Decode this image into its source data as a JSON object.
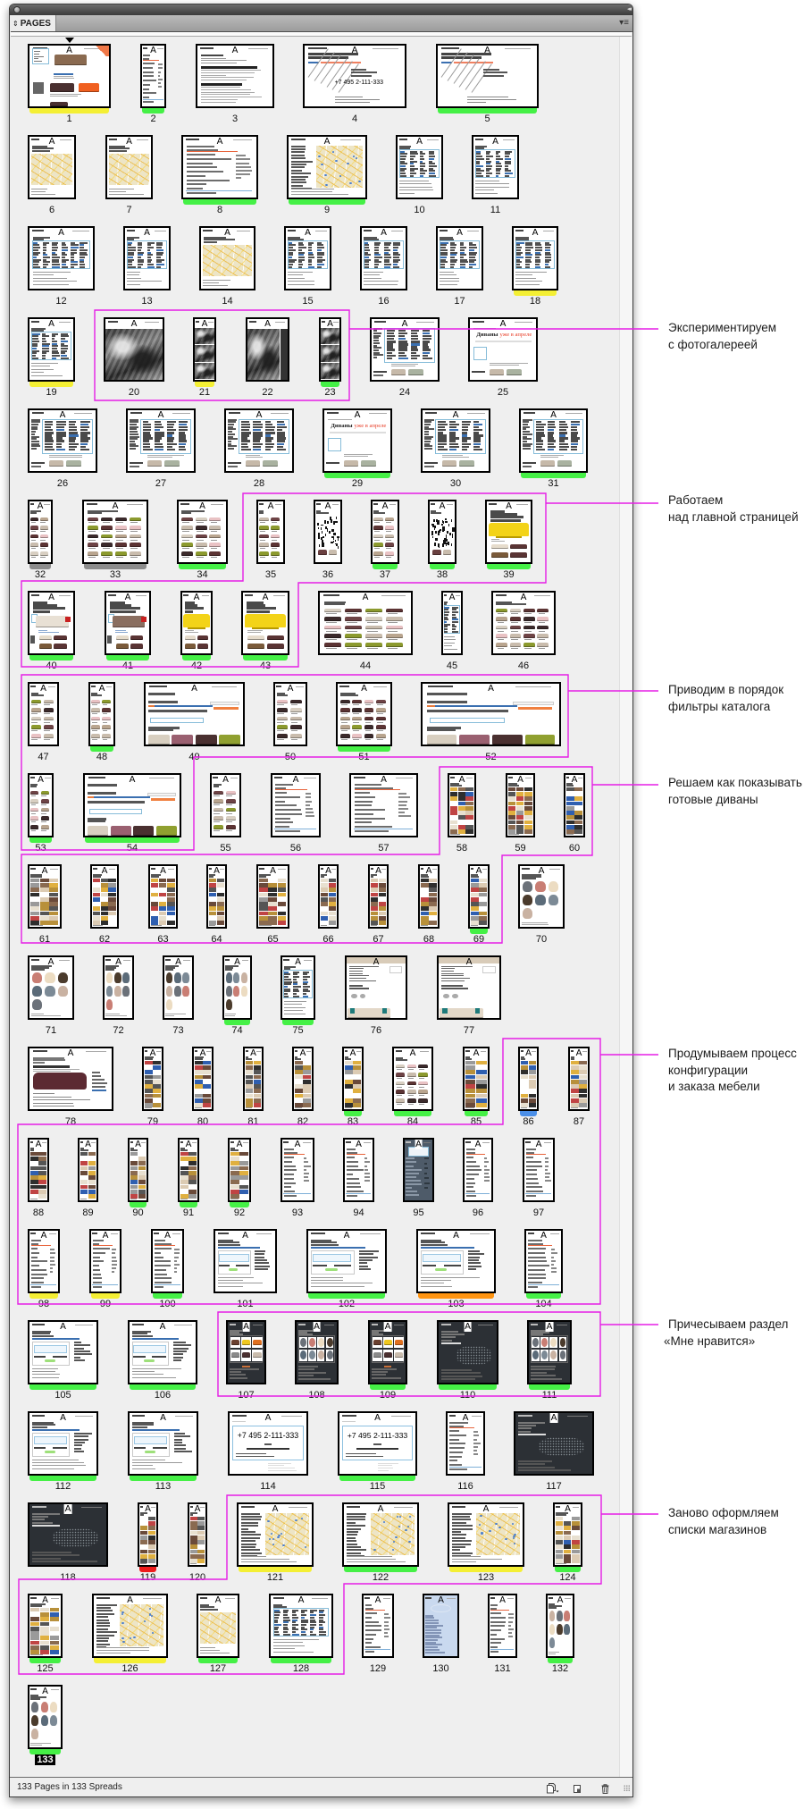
{
  "panel": {
    "tab_label": "PAGES",
    "tab_icon": "⇕",
    "menu_icon": "▾≡",
    "collapse_icon": "◂◂"
  },
  "footer": {
    "status": "133 Pages in 133 Spreads"
  },
  "selected_page": 133,
  "label_colors": {
    "yellow": "#f4ef34",
    "green": "#45f046",
    "gray": "#8c8c8c",
    "red": "#ee1c1c",
    "orange": "#ff9410",
    "blue": "#4b8fe8"
  },
  "annotation_color": "#e61ee6",
  "thumbnail_text": {
    "logo": "A",
    "headline_main": "Диваны",
    "headline_accent": "уже в апреле",
    "phone": "+7 495 2-111-333"
  },
  "annotations": [
    {
      "lines": [
        "Экспериментируем",
        "с фотогалереей"
      ],
      "pages": [
        20,
        21,
        22,
        23
      ]
    },
    {
      "lines": [
        "Работаем",
        "над главной страницей"
      ],
      "pages": [
        35,
        36,
        37,
        38,
        39,
        40,
        41,
        42,
        43
      ]
    },
    {
      "lines": [
        "Приводим в порядок",
        "фильтры каталога"
      ],
      "pages": [
        47,
        48,
        49,
        50,
        51,
        52,
        53,
        54
      ]
    },
    {
      "lines": [
        "Решаем как показывать",
        "готовые диваны"
      ],
      "pages": [
        58,
        59,
        60,
        61,
        62,
        63,
        64,
        65,
        66,
        67,
        68,
        69
      ]
    },
    {
      "lines": [
        "Продумываем процесс",
        "конфигурации",
        "и заказа мебели"
      ],
      "pages": [
        86,
        87,
        88,
        89,
        90,
        91,
        92,
        93,
        94,
        95,
        96,
        97,
        98,
        99,
        100,
        101,
        102,
        103,
        104
      ]
    },
    {
      "lines": [
        "Причесываем раздел",
        "«Мне нравится»"
      ],
      "pages": [
        107,
        108,
        109,
        110,
        111
      ]
    },
    {
      "lines": [
        "Заново оформляем",
        "списки магазинов"
      ],
      "pages": [
        121,
        122,
        123,
        124,
        125,
        126,
        127,
        128
      ]
    }
  ],
  "pages": [
    {
      "number": 1,
      "color_label": "yellow",
      "theme": "home"
    },
    {
      "number": 2,
      "color_label": "green",
      "theme": "web"
    },
    {
      "number": 3,
      "color_label": null,
      "theme": "text"
    },
    {
      "number": 4,
      "color_label": null,
      "theme": "sketch-phone"
    },
    {
      "number": 5,
      "color_label": "green",
      "theme": "sketch"
    },
    {
      "number": 6,
      "color_label": null,
      "theme": "map"
    },
    {
      "number": 7,
      "color_label": null,
      "theme": "map"
    },
    {
      "number": 8,
      "color_label": "green",
      "theme": "web"
    },
    {
      "number": 9,
      "color_label": "green",
      "theme": "map"
    },
    {
      "number": 10,
      "color_label": null,
      "theme": "list"
    },
    {
      "number": 11,
      "color_label": null,
      "theme": "list"
    },
    {
      "number": 12,
      "color_label": null,
      "theme": "list"
    },
    {
      "number": 13,
      "color_label": null,
      "theme": "list"
    },
    {
      "number": 14,
      "color_label": null,
      "theme": "map"
    },
    {
      "number": 15,
      "color_label": null,
      "theme": "list"
    },
    {
      "number": 16,
      "color_label": null,
      "theme": "list"
    },
    {
      "number": 17,
      "color_label": null,
      "theme": "list"
    },
    {
      "number": 18,
      "color_label": "yellow",
      "theme": "list"
    },
    {
      "number": 19,
      "color_label": "yellow",
      "theme": "list"
    },
    {
      "number": 20,
      "color_label": null,
      "theme": "photo"
    },
    {
      "number": 21,
      "color_label": "yellow",
      "theme": "photo"
    },
    {
      "number": 22,
      "color_label": null,
      "theme": "photo"
    },
    {
      "number": 23,
      "color_label": "green",
      "theme": "photo"
    },
    {
      "number": 24,
      "color_label": null,
      "theme": "catalog"
    },
    {
      "number": 25,
      "color_label": null,
      "theme": "headline"
    },
    {
      "number": 26,
      "color_label": null,
      "theme": "catalog"
    },
    {
      "number": 27,
      "color_label": null,
      "theme": "catalog"
    },
    {
      "number": 28,
      "color_label": null,
      "theme": "catalog"
    },
    {
      "number": 29,
      "color_label": "green",
      "theme": "headline"
    },
    {
      "number": 30,
      "color_label": null,
      "theme": "catalog"
    },
    {
      "number": 31,
      "color_label": "green",
      "theme": "catalog"
    },
    {
      "number": 32,
      "color_label": "gray",
      "theme": "sofas"
    },
    {
      "number": 33,
      "color_label": "gray",
      "theme": "sofas"
    },
    {
      "number": 34,
      "color_label": "green",
      "theme": "sofas"
    },
    {
      "number": 35,
      "color_label": null,
      "theme": "sofas"
    },
    {
      "number": 36,
      "color_label": null,
      "theme": "noise"
    },
    {
      "number": 37,
      "color_label": "green",
      "theme": "sofas"
    },
    {
      "number": 38,
      "color_label": "green",
      "theme": "noise"
    },
    {
      "number": 39,
      "color_label": "green",
      "theme": "yellow"
    },
    {
      "number": 40,
      "color_label": "green",
      "theme": "hero-light"
    },
    {
      "number": 41,
      "color_label": "green",
      "theme": "hero-brown"
    },
    {
      "number": 42,
      "color_label": "green",
      "theme": "yellow"
    },
    {
      "number": 43,
      "color_label": "green",
      "theme": "yellow"
    },
    {
      "number": 44,
      "color_label": null,
      "theme": "sofas"
    },
    {
      "number": 45,
      "color_label": null,
      "theme": "list"
    },
    {
      "number": 46,
      "color_label": null,
      "theme": "sofas"
    },
    {
      "number": 47,
      "color_label": null,
      "theme": "sofas"
    },
    {
      "number": 48,
      "color_label": "green",
      "theme": "sofas"
    },
    {
      "number": 49,
      "color_label": null,
      "theme": "filter-wide"
    },
    {
      "number": 50,
      "color_label": null,
      "theme": "sofas"
    },
    {
      "number": 51,
      "color_label": "green",
      "theme": "sofas"
    },
    {
      "number": 52,
      "color_label": null,
      "theme": "filter-wide"
    },
    {
      "number": 53,
      "color_label": "green",
      "theme": "sofas"
    },
    {
      "number": 54,
      "color_label": "green",
      "theme": "filter-wide"
    },
    {
      "number": 55,
      "color_label": null,
      "theme": "sofas"
    },
    {
      "number": 56,
      "color_label": null,
      "theme": "web"
    },
    {
      "number": 57,
      "color_label": null,
      "theme": "web"
    },
    {
      "number": 58,
      "color_label": null,
      "theme": "collage"
    },
    {
      "number": 59,
      "color_label": null,
      "theme": "collage"
    },
    {
      "number": 60,
      "color_label": null,
      "theme": "collage"
    },
    {
      "number": 61,
      "color_label": null,
      "theme": "collage"
    },
    {
      "number": 62,
      "color_label": null,
      "theme": "collage"
    },
    {
      "number": 63,
      "color_label": null,
      "theme": "collage"
    },
    {
      "number": 64,
      "color_label": null,
      "theme": "collage"
    },
    {
      "number": 65,
      "color_label": null,
      "theme": "collage"
    },
    {
      "number": 66,
      "color_label": null,
      "theme": "collage"
    },
    {
      "number": 67,
      "color_label": null,
      "theme": "collage"
    },
    {
      "number": 68,
      "color_label": null,
      "theme": "collage"
    },
    {
      "number": 69,
      "color_label": "green",
      "theme": "collage"
    },
    {
      "number": 70,
      "color_label": null,
      "theme": "chairs"
    },
    {
      "number": 71,
      "color_label": null,
      "theme": "chairs"
    },
    {
      "number": 72,
      "color_label": null,
      "theme": "chairs"
    },
    {
      "number": 73,
      "color_label": null,
      "theme": "chairs"
    },
    {
      "number": 74,
      "color_label": "green",
      "theme": "chairs"
    },
    {
      "number": 75,
      "color_label": "green",
      "theme": "list"
    },
    {
      "number": 76,
      "color_label": null,
      "theme": "sofa-beige"
    },
    {
      "number": 77,
      "color_label": null,
      "theme": "sofa-beige"
    },
    {
      "number": 78,
      "color_label": null,
      "theme": "bigsofa"
    },
    {
      "number": 79,
      "color_label": null,
      "theme": "collage"
    },
    {
      "number": 80,
      "color_label": null,
      "theme": "collage"
    },
    {
      "number": 81,
      "color_label": null,
      "theme": "collage"
    },
    {
      "number": 82,
      "color_label": null,
      "theme": "collage"
    },
    {
      "number": 83,
      "color_label": "green",
      "theme": "collage"
    },
    {
      "number": 84,
      "color_label": "green",
      "theme": "sofas"
    },
    {
      "number": 85,
      "color_label": "green",
      "theme": "collage"
    },
    {
      "number": 86,
      "color_label": "blue",
      "theme": "collage"
    },
    {
      "number": 87,
      "color_label": null,
      "theme": "collage"
    },
    {
      "number": 88,
      "color_label": null,
      "theme": "collage"
    },
    {
      "number": 89,
      "color_label": null,
      "theme": "collage"
    },
    {
      "number": 90,
      "color_label": "green",
      "theme": "collage"
    },
    {
      "number": 91,
      "color_label": "green",
      "theme": "collage"
    },
    {
      "number": 92,
      "color_label": "green",
      "theme": "collage"
    },
    {
      "number": 93,
      "color_label": null,
      "theme": "web"
    },
    {
      "number": 94,
      "color_label": null,
      "theme": "web"
    },
    {
      "number": 95,
      "color_label": null,
      "theme": "slate"
    },
    {
      "number": 96,
      "color_label": null,
      "theme": "web"
    },
    {
      "number": 97,
      "color_label": null,
      "theme": "web"
    },
    {
      "number": 98,
      "color_label": "yellow",
      "theme": "web"
    },
    {
      "number": 99,
      "color_label": "yellow",
      "theme": "web"
    },
    {
      "number": 100,
      "color_label": "green",
      "theme": "web"
    },
    {
      "number": 101,
      "color_label": null,
      "theme": "form"
    },
    {
      "number": 102,
      "color_label": "green",
      "theme": "form"
    },
    {
      "number": 103,
      "color_label": "orange",
      "theme": "form"
    },
    {
      "number": 104,
      "color_label": "green",
      "theme": "web"
    },
    {
      "number": 105,
      "color_label": "green",
      "theme": "form"
    },
    {
      "number": 106,
      "color_label": "green",
      "theme": "form"
    },
    {
      "number": 107,
      "color_label": null,
      "theme": "dark-items"
    },
    {
      "number": 108,
      "color_label": null,
      "theme": "dark-chairs"
    },
    {
      "number": 109,
      "color_label": "green",
      "theme": "dark-items"
    },
    {
      "number": 110,
      "color_label": "green",
      "theme": "dark"
    },
    {
      "number": 111,
      "color_label": "green",
      "theme": "dark-chairs"
    },
    {
      "number": 112,
      "color_label": "green",
      "theme": "form"
    },
    {
      "number": 113,
      "color_label": "green",
      "theme": "form"
    },
    {
      "number": 114,
      "color_label": null,
      "theme": "phone"
    },
    {
      "number": 115,
      "color_label": "green",
      "theme": "phone"
    },
    {
      "number": 116,
      "color_label": null,
      "theme": "web"
    },
    {
      "number": 117,
      "color_label": null,
      "theme": "dark"
    },
    {
      "number": 118,
      "color_label": null,
      "theme": "dark"
    },
    {
      "number": 119,
      "color_label": "red",
      "theme": "collage"
    },
    {
      "number": 120,
      "color_label": null,
      "theme": "collage"
    },
    {
      "number": 121,
      "color_label": "yellow",
      "theme": "map"
    },
    {
      "number": 122,
      "color_label": "green",
      "theme": "map"
    },
    {
      "number": 123,
      "color_label": "yellow",
      "theme": "map"
    },
    {
      "number": 124,
      "color_label": "green",
      "theme": "collage"
    },
    {
      "number": 125,
      "color_label": "green",
      "theme": "collage"
    },
    {
      "number": 126,
      "color_label": "yellow",
      "theme": "map"
    },
    {
      "number": 127,
      "color_label": "green",
      "theme": "map"
    },
    {
      "number": 128,
      "color_label": "green",
      "theme": "list"
    },
    {
      "number": 129,
      "color_label": null,
      "theme": "web"
    },
    {
      "number": 130,
      "color_label": null,
      "theme": "blue"
    },
    {
      "number": 131,
      "color_label": null,
      "theme": "web"
    },
    {
      "number": 132,
      "color_label": "green",
      "theme": "chairs"
    },
    {
      "number": 133,
      "color_label": "green",
      "theme": "chairs"
    }
  ]
}
